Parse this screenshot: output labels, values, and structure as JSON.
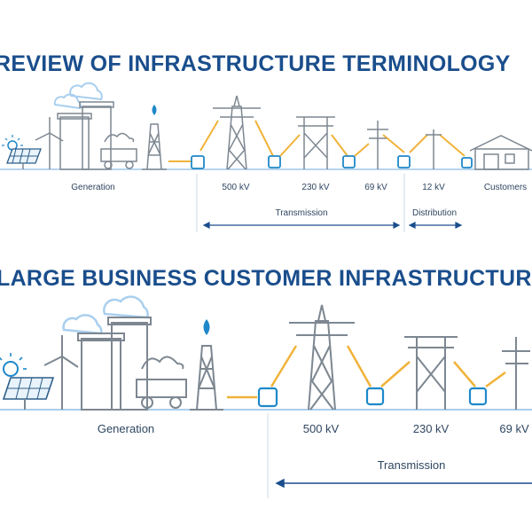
{
  "top": {
    "title": "REVIEW OF INFRASTRUCTURE TERMINOLOGY",
    "labels": {
      "generation": "Generation",
      "v500": "500 kV",
      "v230": "230 kV",
      "v69": "69 kV",
      "v12": "12 kV",
      "customers": "Customers",
      "transmission": "Transmission",
      "distribution": "Distribution"
    }
  },
  "bottom": {
    "title": "LARGE BUSINESS CUSTOMER INFRASTRUCTURE",
    "labels": {
      "generation": "Generation",
      "v500": "500 kV",
      "v230": "230 kV",
      "v69": "69 kV",
      "transmission": "Transmission"
    }
  },
  "colors": {
    "heading": "#1a4e8c",
    "line_art": "#7d8791",
    "wire": "#f0b33a",
    "ground": "#9ec7e8",
    "accent_blue": "#1e88c9",
    "cloud": "#a9cfee",
    "arrow": "#1a4e8c"
  }
}
